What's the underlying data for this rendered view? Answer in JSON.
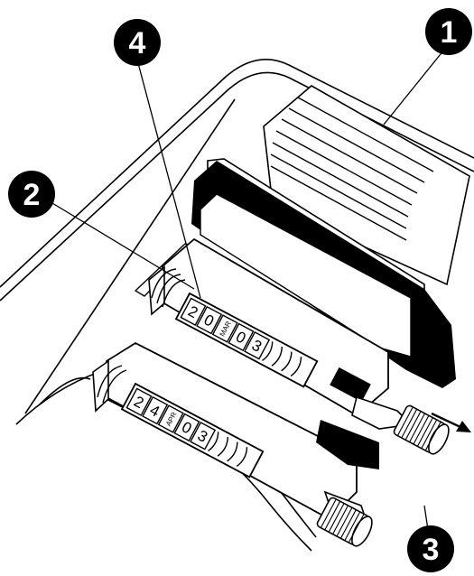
{
  "callouts": [
    "1",
    "2",
    "3",
    "4"
  ],
  "upper_wheels": [
    "2",
    "0",
    "MAR",
    "0",
    "3"
  ],
  "lower_wheels": [
    "2",
    "4",
    "APR",
    "0",
    "3"
  ],
  "colors": {
    "ink": "#000000",
    "paper": "#ffffff"
  }
}
